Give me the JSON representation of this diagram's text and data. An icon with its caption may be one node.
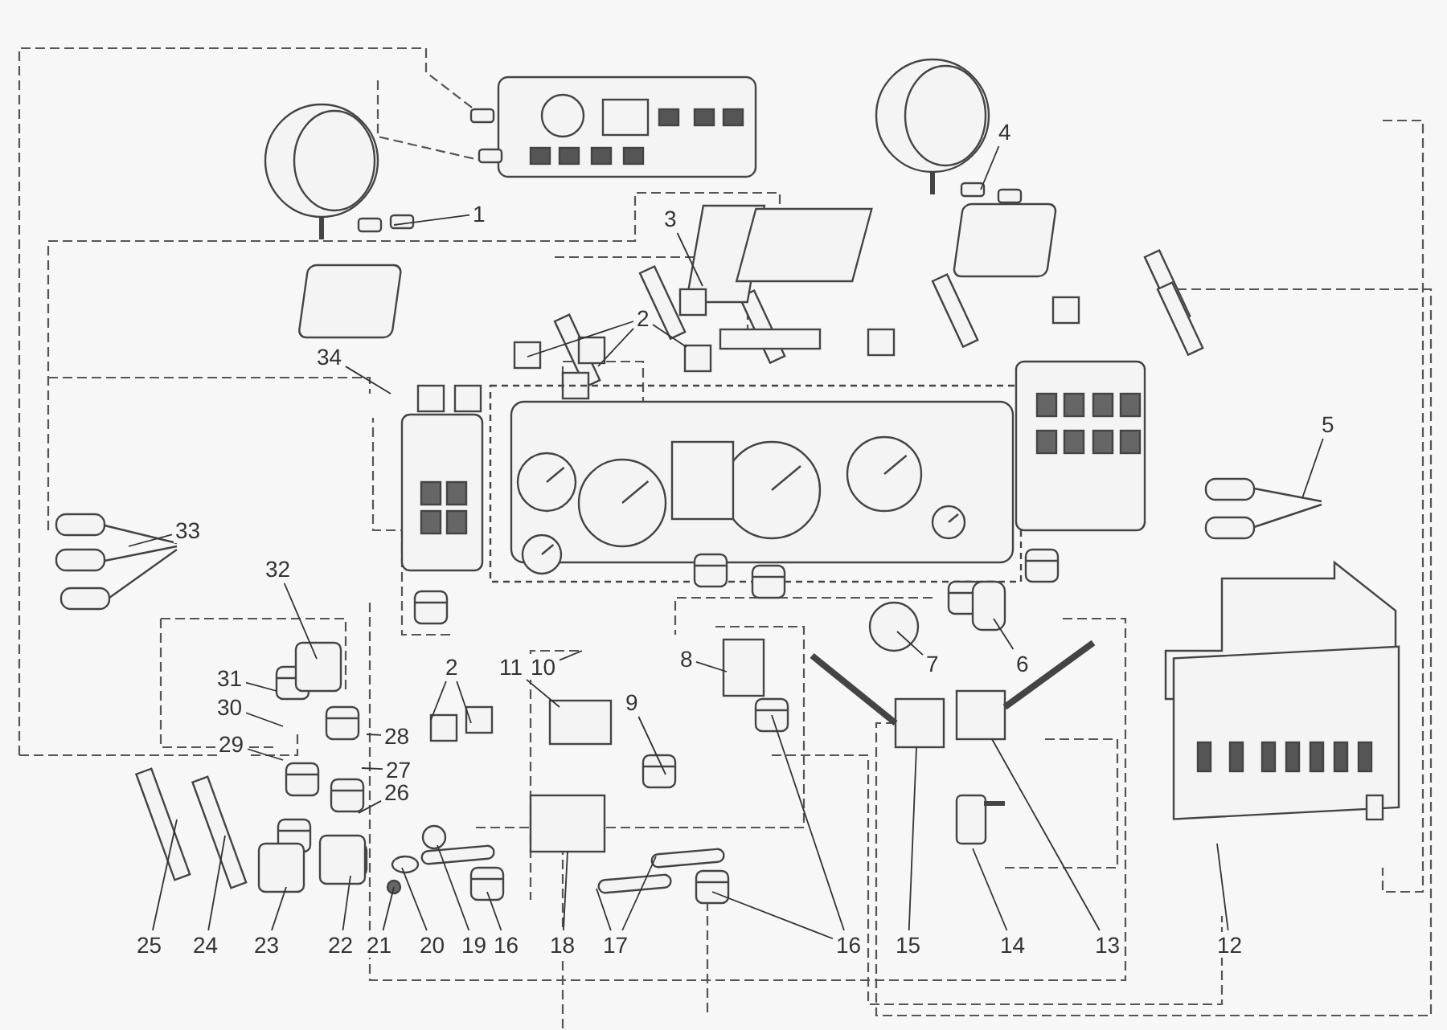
{
  "diagram": {
    "nodes": [
      {
        "text": [
          "4"
        ]
      },
      {
        "text": [
          "1"
        ]
      },
      {
        "text": [
          "3"
        ]
      },
      {
        "text": [
          "2"
        ]
      },
      {
        "text": [
          "34"
        ]
      },
      {
        "text": [
          "5"
        ]
      },
      {
        "text": [
          "33"
        ]
      },
      {
        "text": [
          "32"
        ]
      },
      {
        "text": [
          "2"
        ]
      },
      {
        "text": [
          "11"
        ]
      },
      {
        "text": [
          "10"
        ]
      },
      {
        "text": [
          "8"
        ]
      },
      {
        "text": [
          "7"
        ]
      },
      {
        "text": [
          "6"
        ]
      },
      {
        "text": [
          "9"
        ]
      },
      {
        "text": [
          "31"
        ]
      },
      {
        "text": [
          "28"
        ]
      },
      {
        "text": [
          "30"
        ]
      },
      {
        "text": [
          "29"
        ]
      },
      {
        "text": [
          "27"
        ]
      },
      {
        "text": [
          "26"
        ]
      },
      {
        "text": [
          "25"
        ]
      },
      {
        "text": [
          "24"
        ]
      },
      {
        "text": [
          "23"
        ]
      },
      {
        "text": [
          "22"
        ]
      },
      {
        "text": [
          "21"
        ]
      },
      {
        "text": [
          "20"
        ]
      },
      {
        "text": [
          "19"
        ]
      },
      {
        "text": [
          "16"
        ]
      },
      {
        "text": [
          "18"
        ]
      },
      {
        "text": [
          "17"
        ]
      },
      {
        "text": [
          "16"
        ]
      },
      {
        "text": [
          "15"
        ]
      },
      {
        "text": [
          "14"
        ]
      },
      {
        "text": [
          "13"
        ]
      },
      {
        "text": [
          "12"
        ]
      }
    ],
    "edges": [
      {
        "from": 0,
        "to": null,
        "arrow": "none"
      },
      {
        "from": 1,
        "to": null,
        "arrow": "none"
      },
      {
        "from": 2,
        "to": null,
        "arrow": "none"
      },
      {
        "from": 3,
        "to": null,
        "arrow": "none"
      },
      {
        "from": 3,
        "to": null,
        "arrow": "none"
      },
      {
        "from": 3,
        "to": null,
        "arrow": "none"
      },
      {
        "from": 4,
        "to": null,
        "arrow": "none"
      },
      {
        "from": 5,
        "to": null,
        "arrow": "none"
      },
      {
        "from": 6,
        "to": null,
        "arrow": "none"
      },
      {
        "from": 7,
        "to": null,
        "arrow": "none"
      },
      {
        "from": 8,
        "to": null,
        "arrow": "none"
      },
      {
        "from": 8,
        "to": null,
        "arrow": "none"
      },
      {
        "from": 9,
        "to": null,
        "arrow": "none"
      },
      {
        "from": 10,
        "to": null,
        "arrow": "none"
      },
      {
        "from": 11,
        "to": null,
        "arrow": "none"
      },
      {
        "from": 12,
        "to": null,
        "arrow": "none"
      },
      {
        "from": 13,
        "to": null,
        "arrow": "none"
      },
      {
        "from": 14,
        "to": null,
        "arrow": "none"
      },
      {
        "from": 15,
        "to": null,
        "arrow": "none"
      },
      {
        "from": 16,
        "to": null,
        "arrow": "none"
      },
      {
        "from": 17,
        "to": null,
        "arrow": "none"
      },
      {
        "from": 18,
        "to": null,
        "arrow": "none"
      },
      {
        "from": 19,
        "to": null,
        "arrow": "none"
      },
      {
        "from": 20,
        "to": null,
        "arrow": "none"
      },
      {
        "from": 21,
        "to": null,
        "arrow": "none"
      },
      {
        "from": 22,
        "to": null,
        "arrow": "none"
      },
      {
        "from": 23,
        "to": null,
        "arrow": "none"
      },
      {
        "from": 24,
        "to": null,
        "arrow": "none"
      },
      {
        "from": 25,
        "to": null,
        "arrow": "none"
      },
      {
        "from": 26,
        "to": null,
        "arrow": "none"
      },
      {
        "from": 27,
        "to": null,
        "arrow": "none"
      },
      {
        "from": 28,
        "to": null,
        "arrow": "none"
      },
      {
        "from": 29,
        "to": null,
        "arrow": "none"
      },
      {
        "from": 30,
        "to": null,
        "arrow": "none"
      },
      {
        "from": 30,
        "to": null,
        "arrow": "none"
      },
      {
        "from": 31,
        "to": null,
        "arrow": "none"
      },
      {
        "from": 31,
        "to": null,
        "arrow": "none"
      },
      {
        "from": 32,
        "to": null,
        "arrow": "none"
      },
      {
        "from": 33,
        "to": null,
        "arrow": "none"
      },
      {
        "from": 34,
        "to": null,
        "arrow": "none"
      },
      {
        "from": 35,
        "to": null,
        "arrow": "none"
      }
    ]
  }
}
